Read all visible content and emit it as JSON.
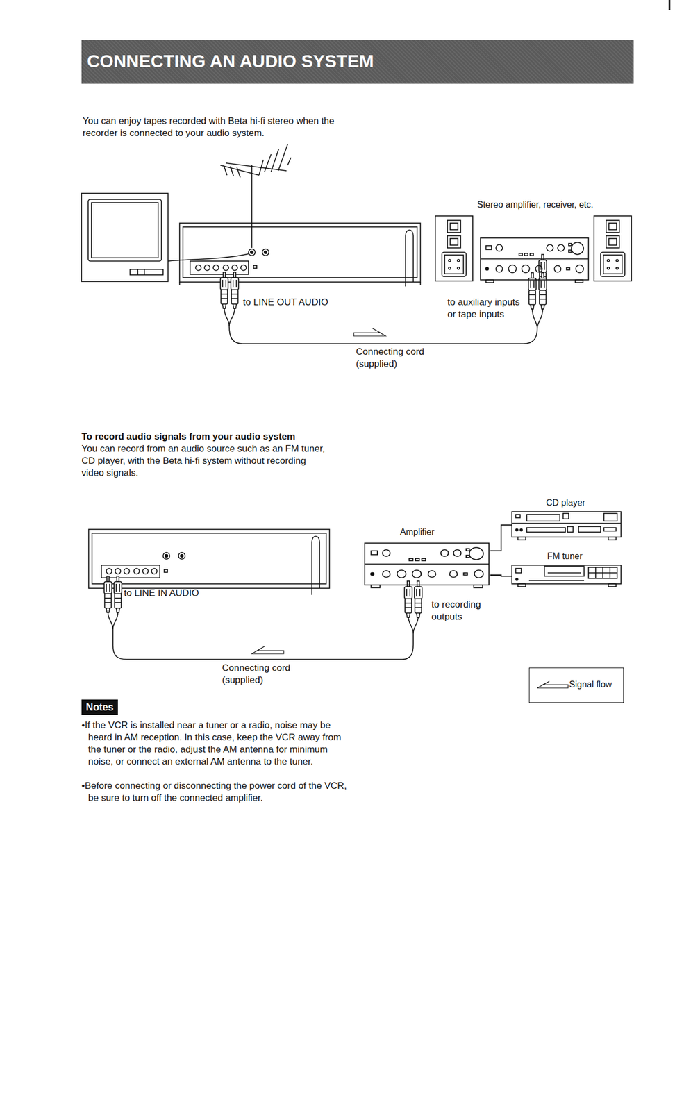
{
  "diagram": {
    "title": "CONNECTING AN AUDIO SYSTEM",
    "nodes": [
      {
        "text": [
          "Stereo amplifier, receiver, etc."
        ]
      },
      {
        "text": [
          "CD player"
        ]
      },
      {
        "text": [
          "FM tuner"
        ]
      },
      {
        "text": [
          "Amplifier"
        ]
      }
    ],
    "edges": [
      {
        "from": 1,
        "to": 3,
        "arrow": "none"
      },
      {
        "from": 2,
        "to": 3,
        "arrow": "none"
      }
    ],
    "labels": [
      "You can enjoy tapes recorded with Beta hi-fi stereo when the recorder is connected to your audio system.",
      "to LINE OUT AUDIO",
      "to auxiliary inputs or tape inputs",
      "Connecting cord (supplied)",
      "To record audio signals from your audio system",
      "You can record from an audio source such as an FM tuner, CD player, with the Beta hi-fi system without recording video signals.",
      "to LINE IN AUDIO",
      "to recording outputs",
      "Connecting cord (supplied)",
      "Notes",
      "•If the VCR is installed near a tuner or a radio, noise may be heard in AM reception. In this case, keep the VCR away from the tuner or the radio, adjust the AM antenna for minimum noise, or connect an external AM antenna to the tuner.",
      "•Before connecting or disconnecting the power cord of the VCR, be sure to turn off the connected amplifier."
    ],
    "legend": [
      {
        "text": "Signal flow"
      }
    ]
  }
}
